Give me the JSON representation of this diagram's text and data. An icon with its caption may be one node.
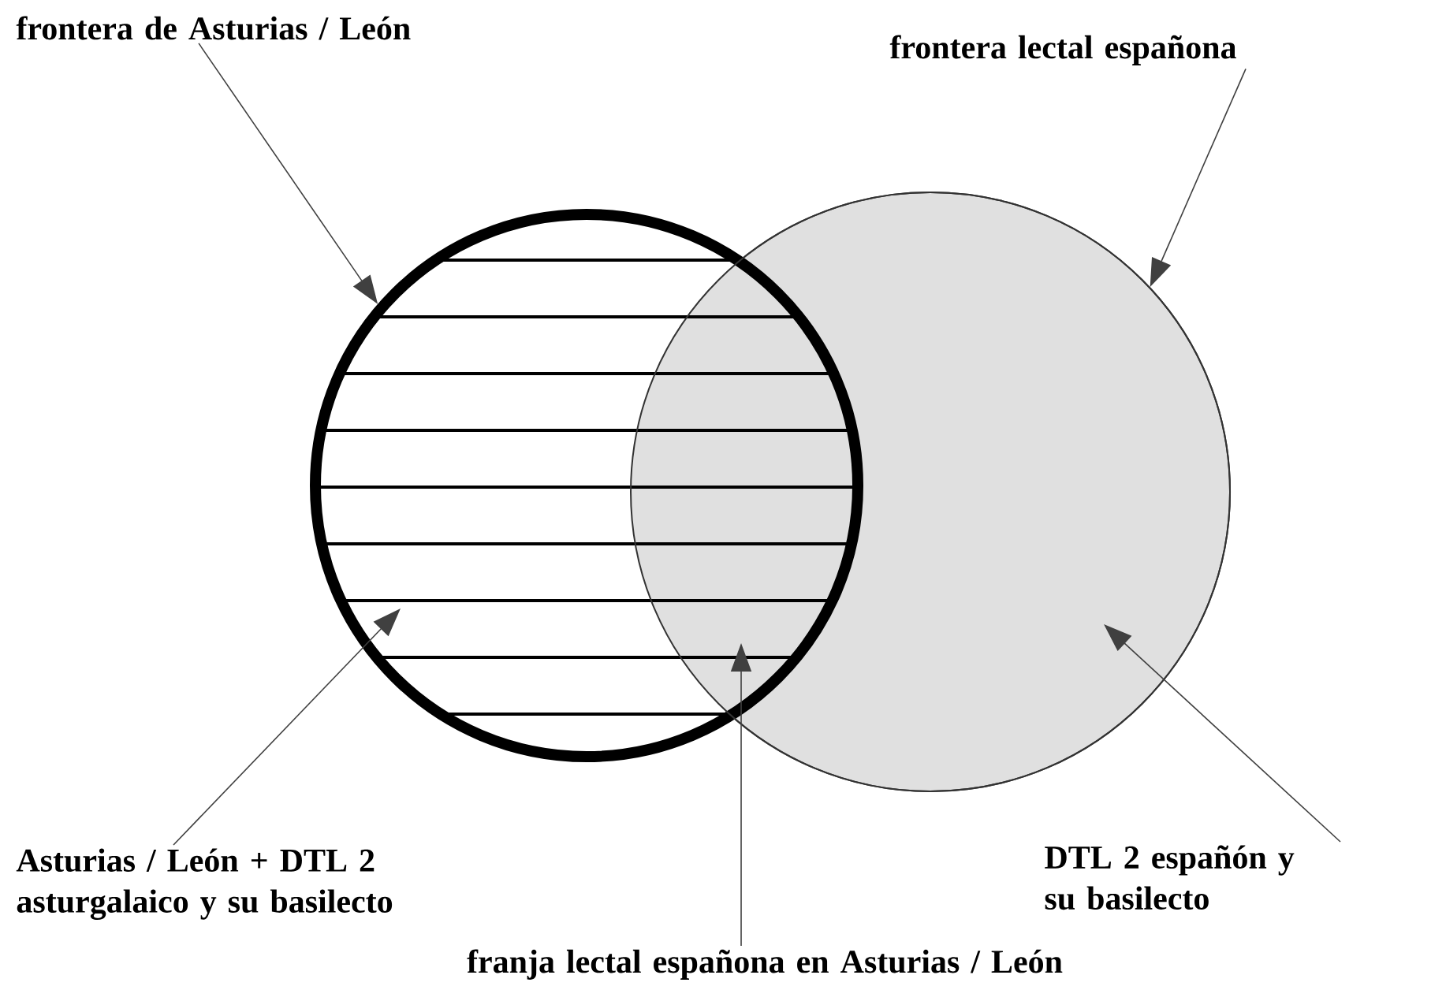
{
  "diagram": {
    "nodes": [
      {
        "text": [
          "frontera de Asturias / León"
        ]
      },
      {
        "text": [
          "frontera lectal españona"
        ]
      },
      {
        "text": [],
        "shape": "circle"
      },
      {
        "text": [],
        "shape": "circle"
      },
      {
        "text": [
          "Asturias / León + DTL 2 asturgalaico y su basilecto"
        ]
      },
      {
        "text": [
          "DTL 2 españón y su basilecto"
        ]
      },
      {
        "text": [
          "franja lectal españona en Asturias / León"
        ]
      }
    ],
    "edges": [
      {
        "from": 0,
        "to": 2,
        "arrow": "to"
      },
      {
        "from": 1,
        "to": 3,
        "arrow": "to"
      },
      {
        "from": 4,
        "to": 2,
        "arrow": "to"
      },
      {
        "from": 5,
        "to": 3,
        "arrow": "to"
      },
      {
        "from": 6,
        "to": 2,
        "arrow": "to"
      }
    ]
  }
}
